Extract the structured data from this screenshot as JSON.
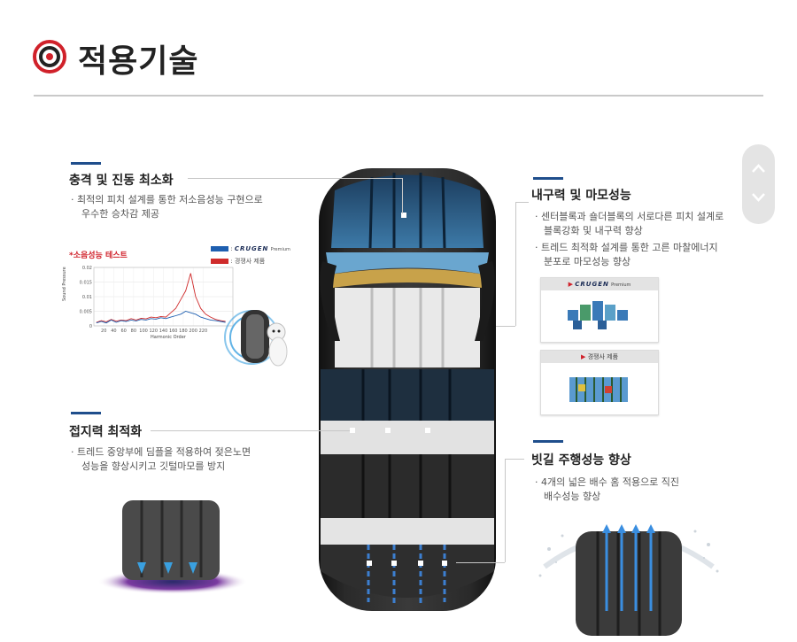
{
  "header": {
    "title": "적용기술"
  },
  "sections": {
    "impact": {
      "title": "충격 및 진동 최소화",
      "bullet": "최적의 피치 설계를 통한 저소음성능 구현으로",
      "bullet_cont": "우수한 승차감 제공"
    },
    "durability": {
      "title": "내구력 및 마모성능",
      "bullet1": "센터블록과 숄더블록의 서로다른 피치 설계로",
      "bullet1_cont": "블록강화 및 내구력 향상",
      "bullet2": "트레드 최적화 설계를 통한 고른 마찰에너지",
      "bullet2_cont": "분포로 마모성능 향상"
    },
    "grip": {
      "title": "접지력 최적화",
      "bullet": "트레드 중앙부에 딤플을 적용하여 젖은노면",
      "bullet_cont": "성능을 향상시키고 깃털마모를 방지"
    },
    "wet": {
      "title": "빗길 주행성능 향상",
      "bullet": "4개의 넓은 배수 홈 적용으로 직진",
      "bullet_cont": "배수성능 향상"
    }
  },
  "noise_test": {
    "label": "*소음성능 테스트",
    "legend_brand": "CRUGEN",
    "legend_brand_suffix": "Premium",
    "legend_competitor": "경쟁사 제품"
  },
  "chart_data": {
    "type": "line",
    "title": "",
    "xlabel": "Harmonic Order",
    "ylabel": "Sound Pressure",
    "xlim": [
      0,
      280
    ],
    "ylim": [
      0,
      0.02
    ],
    "x_ticks": [
      20,
      40,
      60,
      80,
      100,
      120,
      140,
      160,
      180,
      200,
      220
    ],
    "y_ticks": [
      0,
      0.005,
      0.01,
      0.015,
      0.02
    ],
    "y_tick_labels": [
      "0",
      "0.005",
      "0.01",
      "0.015",
      "0.02"
    ],
    "series": [
      {
        "name": "CRUGEN Premium",
        "color": "#1e5fb0",
        "x": [
          5,
          15,
          25,
          35,
          45,
          55,
          65,
          75,
          85,
          95,
          105,
          115,
          125,
          135,
          145,
          155,
          165,
          175,
          185,
          195,
          205,
          215,
          225,
          235,
          245,
          255,
          265
        ],
        "values": [
          0.001,
          0.0015,
          0.001,
          0.002,
          0.0012,
          0.0018,
          0.0015,
          0.002,
          0.0017,
          0.0022,
          0.002,
          0.0025,
          0.0023,
          0.0028,
          0.0025,
          0.003,
          0.0035,
          0.004,
          0.005,
          0.0045,
          0.004,
          0.003,
          0.0025,
          0.002,
          0.0018,
          0.0015,
          0.0012
        ]
      },
      {
        "name": "경쟁사 제품",
        "color": "#cf2b2b",
        "x": [
          5,
          15,
          25,
          35,
          45,
          55,
          65,
          75,
          85,
          95,
          105,
          115,
          125,
          135,
          145,
          155,
          165,
          175,
          185,
          195,
          205,
          215,
          225,
          235,
          245,
          255,
          265
        ],
        "values": [
          0.0012,
          0.0018,
          0.0014,
          0.0022,
          0.0016,
          0.002,
          0.0018,
          0.0025,
          0.002,
          0.0026,
          0.0024,
          0.003,
          0.0028,
          0.0032,
          0.003,
          0.0045,
          0.006,
          0.009,
          0.012,
          0.018,
          0.01,
          0.006,
          0.004,
          0.003,
          0.0022,
          0.0018,
          0.0015
        ]
      }
    ]
  },
  "panels": {
    "brand_label": "CRUGEN",
    "brand_suffix": "Premium",
    "competitor_label": "경쟁사 제품"
  },
  "colors": {
    "accent": "#1f4e8c",
    "title_ring_red": "#d0212a",
    "tire_blue": "#2c5b8a"
  }
}
